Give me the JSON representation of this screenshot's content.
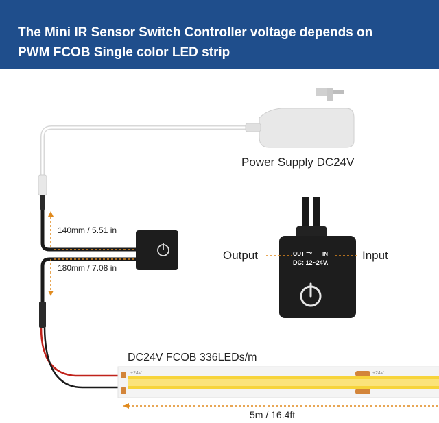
{
  "header": {
    "line1": "The Mini IR Sensor Switch Controller voltage depends on",
    "line2": "PWM FCOB Single color LED strip"
  },
  "labels": {
    "power_supply": "Power Supply DC24V",
    "output": "Output",
    "input": "Input",
    "strip": "DC24V FCOB 336LEDs/m",
    "length": "5m / 16.4ft",
    "dim_top": "140mm / 5.51 in",
    "dim_bottom": "180mm / 7.08 in"
  },
  "controller": {
    "out": "OUT",
    "in": "IN",
    "dc": "DC: 12~24V."
  },
  "strip_marks": {
    "plus_left": "+24V",
    "plus_right": "+24V"
  },
  "colors": {
    "header_bg": "#1f4e8c",
    "strip_yellow": "#f7d43a",
    "dim_orange": "#e08a1e",
    "device_black": "#1d1d1d"
  }
}
